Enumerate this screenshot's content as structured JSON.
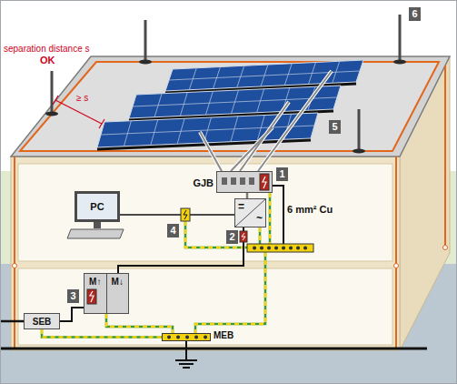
{
  "diagram": {
    "nodes": [
      {
        "text": [
          "GJB"
        ]
      },
      {
        "text": [
          "=",
          "~"
        ]
      },
      {
        "text": [
          "PC"
        ]
      },
      {
        "text": [
          "M↑",
          "M↓"
        ]
      },
      {
        "text": [
          "SEB"
        ]
      },
      {
        "text": [
          "MEB"
        ]
      }
    ],
    "edges": [
      {
        "from": 0,
        "to": 1,
        "arrow": "none"
      },
      {
        "from": 1,
        "to": 2,
        "arrow": "none"
      },
      {
        "from": 1,
        "to": 3,
        "arrow": "none"
      },
      {
        "from": 3,
        "to": 4,
        "arrow": "none"
      },
      {
        "from": 4,
        "to": 5,
        "arrow": "none"
      }
    ],
    "labels": [
      "separation distance s",
      "OK",
      "≥ s",
      "1",
      "2",
      "3",
      "4",
      "5",
      "6",
      "6 mm² Cu"
    ]
  }
}
